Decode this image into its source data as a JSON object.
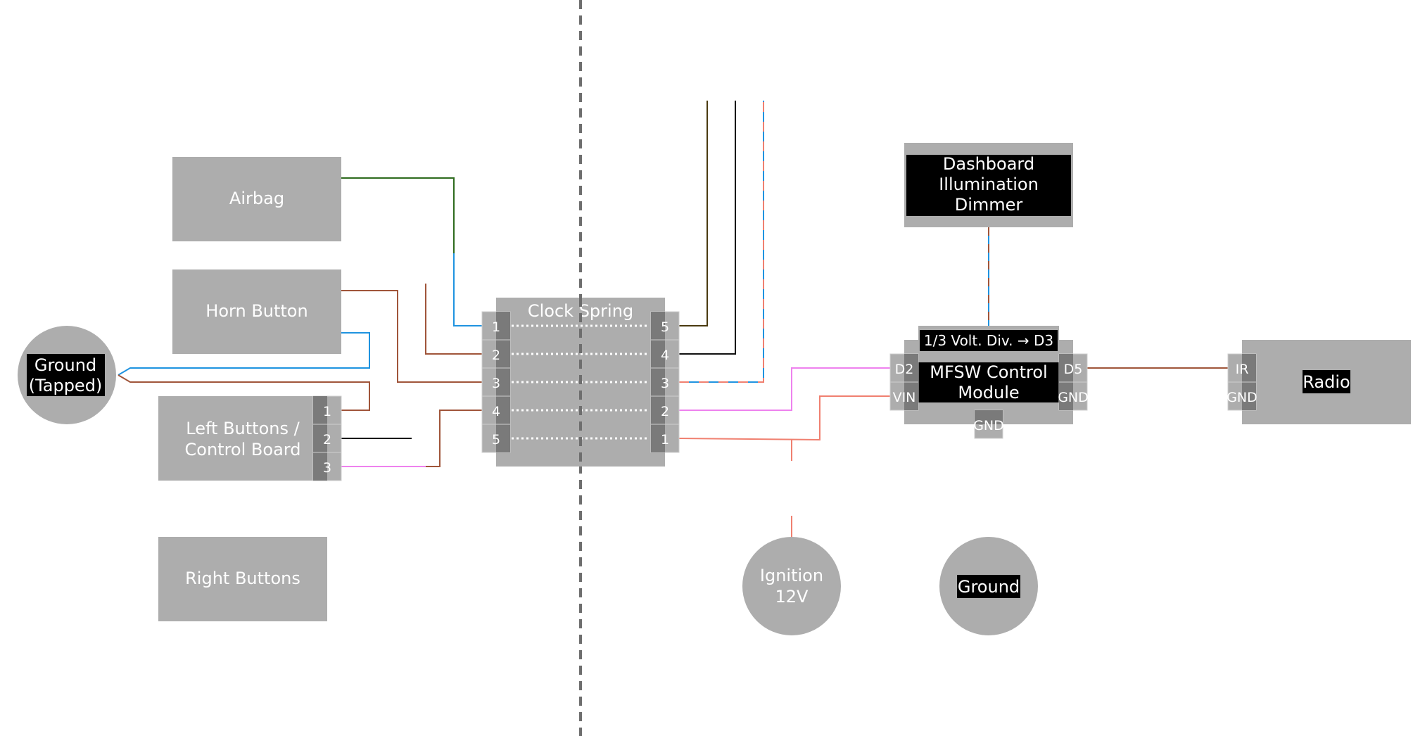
{
  "colors": {
    "box": "#adadad",
    "pin_dark": "#7a7a7a",
    "label_bg": "#000000",
    "text": "#ffffff",
    "divider": "#6e6e6e",
    "wire_green": "#2e6b1e",
    "wire_blue": "#1f93e0",
    "wire_brown": "#a0553a",
    "wire_black": "#111111",
    "wire_pink": "#ee82ee",
    "wire_salmon": "#f08070",
    "wire_dark_olive": "#4a3a10"
  },
  "boxes": {
    "airbag": "Airbag",
    "horn_button": "Horn Button",
    "left_buttons": [
      "Left Buttons /",
      "Control Board"
    ],
    "right_buttons": "Right Buttons",
    "clock_spring": "Clock Spring",
    "dashboard_dimmer": [
      "Dashboard",
      "Illumination",
      "Dimmer"
    ],
    "volt_div": "1/3 Volt. Div. → D3",
    "mfsw_module": [
      "MFSW Control",
      "Module"
    ],
    "radio": "Radio"
  },
  "circles": {
    "ground_tapped": [
      "Ground",
      "(Tapped)"
    ],
    "ignition": [
      "Ignition",
      "12V"
    ],
    "ground": "Ground"
  },
  "pins": {
    "left_buttons": [
      "1",
      "2",
      "3"
    ],
    "clock_left": [
      "1",
      "2",
      "3",
      "4",
      "5"
    ],
    "clock_right": [
      "5",
      "4",
      "3",
      "2",
      "1"
    ],
    "mfsw_left": [
      "D2",
      "VIN"
    ],
    "mfsw_right": [
      "D5",
      "GND"
    ],
    "mfsw_bottom": "GND",
    "radio": [
      "IR",
      "GND"
    ]
  }
}
